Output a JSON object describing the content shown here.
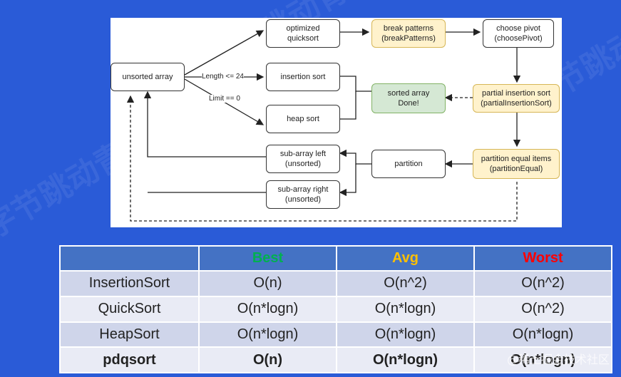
{
  "diagram": {
    "nodes": {
      "unsorted": "unsorted array",
      "quicksort": "optimized\nquicksort",
      "break": "break patterns\n(breakPatterns)",
      "pivot": "choose pivot\n(choosePivot)",
      "insertion": "insertion sort",
      "heap": "heap sort",
      "sorted": "sorted array\nDone!",
      "partial": "partial insertion sort\n(partialInsertionSort)",
      "left": "sub-array left\n(unsorted)",
      "right": "sub-array right\n(unsorted)",
      "partition": "partition",
      "equal": "partition equal items\n(partitionEqual)"
    },
    "edge_labels": {
      "length": "Length <= 24",
      "limit": "Limit == 0"
    }
  },
  "table": {
    "headers": [
      "",
      "Best",
      "Avg",
      "Worst"
    ],
    "header_colors": [
      "#ffffff",
      "#00b050",
      "#ffc000",
      "#ff0000"
    ],
    "rows": [
      [
        "InsertionSort",
        "O(n)",
        "O(n^2)",
        "O(n^2)"
      ],
      [
        "QuickSort",
        "O(n*logn)",
        "O(n*logn)",
        "O(n^2)"
      ],
      [
        "HeapSort",
        "O(n*logn)",
        "O(n*logn)",
        "O(n*logn)"
      ],
      [
        "pdqsort",
        "O(n)",
        "O(n*logn)",
        "O(n*logn)"
      ]
    ]
  },
  "watermark": "@稀土掘金技术社区",
  "background_text": "字节跳动青训营"
}
